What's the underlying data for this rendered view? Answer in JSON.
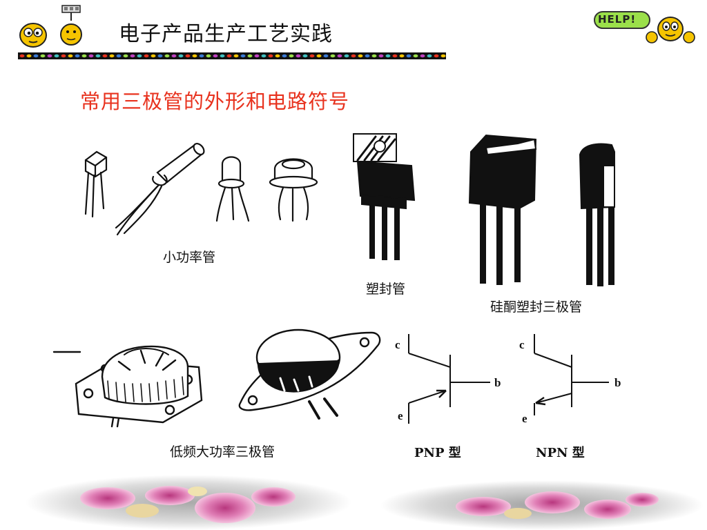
{
  "header": {
    "title": "电子产品生产工艺实践",
    "help_label": "HELP!"
  },
  "slide": {
    "heading": "常用三极管的外形和电路符号"
  },
  "captions": {
    "small_power": "小功率管",
    "plastic": "塑封管",
    "silicon_plastic": "硅酮塑封三极管",
    "low_freq_high_power": "低频大功率三极管",
    "pnp": "PNP 型",
    "npn": "NPN 型"
  },
  "symbols": {
    "pnp": {
      "collector": "c",
      "base": "b",
      "emitter": "e"
    },
    "npn": {
      "collector": "c",
      "base": "b",
      "emitter": "e"
    }
  },
  "colors": {
    "heading": "#e8321e",
    "emoticon": "#f5c400",
    "help_badge": "#9be04a",
    "flower": "#e07fb6"
  },
  "icons": [
    "smiley-icon",
    "bomb-icon",
    "help-smiley-icon",
    "flower-icon"
  ]
}
